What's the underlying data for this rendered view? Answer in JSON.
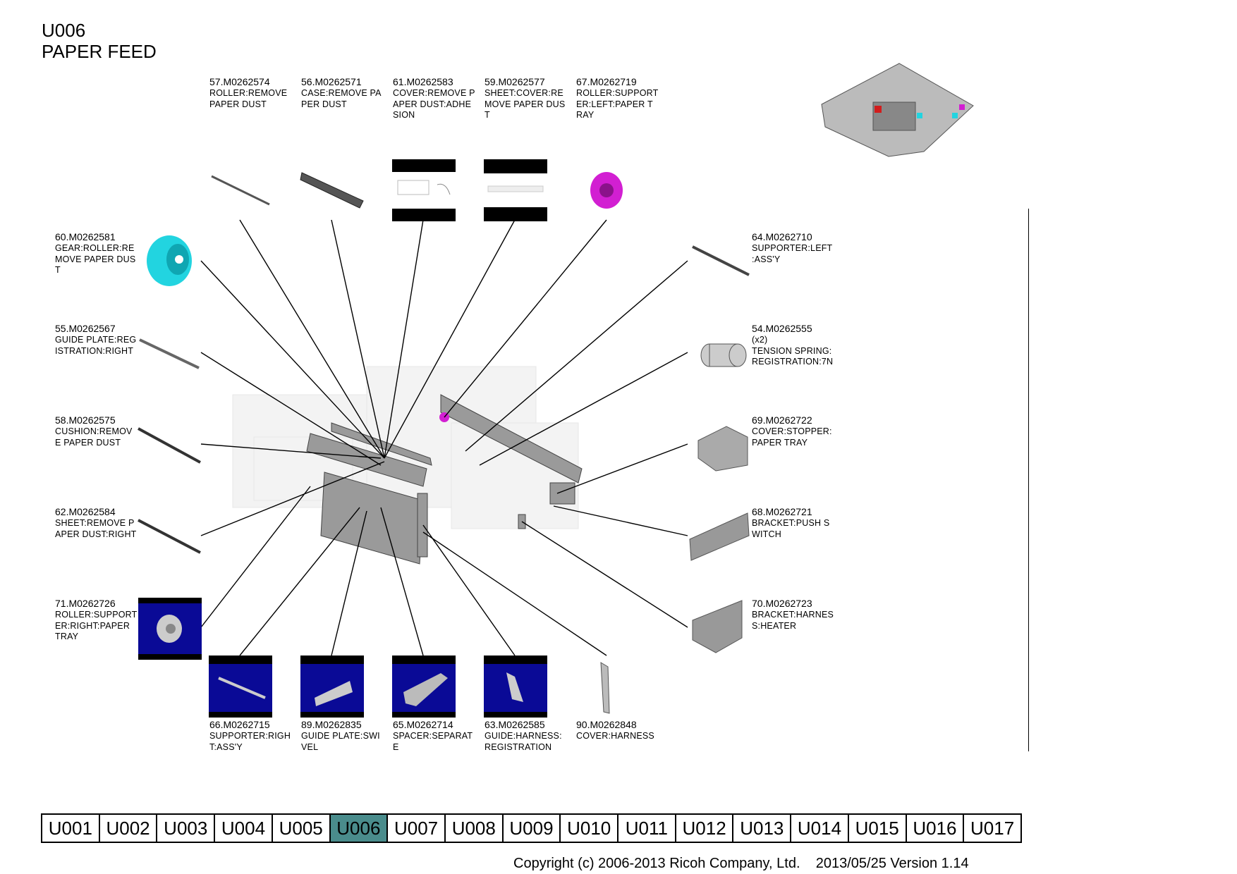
{
  "page": {
    "code": "U006",
    "title": "PAPER FEED"
  },
  "parts": [
    {
      "num": "57.M0262574",
      "desc": "ROLLER:REMOVE\nPAPER DUST"
    },
    {
      "num": "56.M0262571",
      "desc": "CASE:REMOVE PA\nPER DUST"
    },
    {
      "num": "61.M0262583",
      "desc": "COVER:REMOVE P\nAPER DUST:ADHE\nSION"
    },
    {
      "num": "59.M0262577",
      "desc": "SHEET:COVER:RE\nMOVE PAPER DUS\nT"
    },
    {
      "num": "67.M0262719",
      "desc": "ROLLER:SUPPORT\nER:LEFT:PAPER T\nRAY"
    },
    {
      "num": "60.M0262581",
      "desc": "GEAR:ROLLER:RE\nMOVE PAPER DUS\nT"
    },
    {
      "num": "55.M0262567",
      "desc": "GUIDE PLATE:REG\nISTRATION:RIGHT"
    },
    {
      "num": "58.M0262575",
      "desc": "CUSHION:REMOV\nE PAPER DUST"
    },
    {
      "num": "62.M0262584",
      "desc": "SHEET:REMOVE P\nAPER DUST:RIGHT"
    },
    {
      "num": "71.M0262726",
      "desc": "ROLLER:SUPPORT\nER:RIGHT:PAPER\nTRAY"
    },
    {
      "num": "64.M0262710",
      "desc": "SUPPORTER:LEFT\n:ASS'Y"
    },
    {
      "num": "54.M0262555",
      "desc": "(x2)\nTENSION SPRING:\nREGISTRATION:7N"
    },
    {
      "num": "69.M0262722",
      "desc": "COVER:STOPPER:\nPAPER TRAY"
    },
    {
      "num": "68.M0262721",
      "desc": "BRACKET:PUSH S\nWITCH"
    },
    {
      "num": "70.M0262723",
      "desc": "BRACKET:HARNES\nS:HEATER"
    },
    {
      "num": "66.M0262715",
      "desc": "SUPPORTER:RIGH\nT:ASS'Y"
    },
    {
      "num": "89.M0262835",
      "desc": "GUIDE PLATE:SWI\nVEL"
    },
    {
      "num": "65.M0262714",
      "desc": "SPACER:SEPARAT\nE"
    },
    {
      "num": "63.M0262585",
      "desc": "GUIDE:HARNESS:\nREGISTRATION"
    },
    {
      "num": "90.M0262848",
      "desc": "COVER:HARNESS"
    }
  ],
  "nav": {
    "tabs": [
      "U001",
      "U002",
      "U003",
      "U004",
      "U005",
      "U006",
      "U007",
      "U008",
      "U009",
      "U010",
      "U011",
      "U012",
      "U013",
      "U014",
      "U015",
      "U016",
      "U017"
    ],
    "active": "U006"
  },
  "footer": {
    "copyright": "Copyright (c) 2006-2013 Ricoh Company, Ltd.    2013/05/25 Version 1.14"
  },
  "colors": {
    "cyan_part": "#22d4e0",
    "magenta_part": "#d21fd2",
    "thumb_blue": "#0a0a96",
    "active_tab": "#4a8c8c"
  }
}
